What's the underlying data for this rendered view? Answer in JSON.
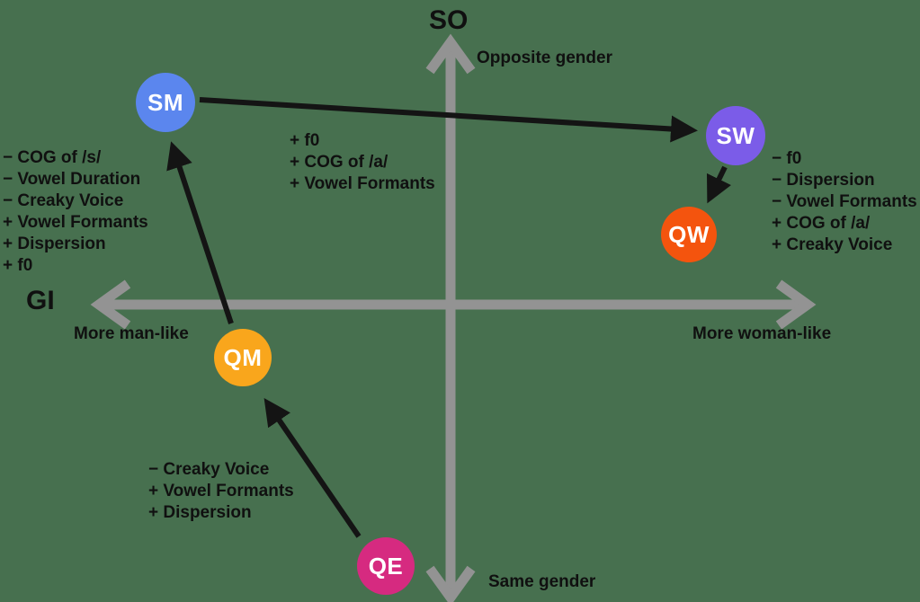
{
  "figure": {
    "description_colors": {
      "background": "#47704f",
      "axis_gray": "#939393",
      "arrow_black": "#141414",
      "text_black": "#101010",
      "node_label_text": "#ffffff"
    }
  },
  "axes": {
    "vertical": {
      "label": "SO",
      "top_caption": "Opposite gender",
      "bottom_caption": "Same gender"
    },
    "horizontal": {
      "label": "GI",
      "left_caption": "More man-like",
      "right_caption": "More woman-like"
    }
  },
  "nodes": [
    {
      "id": "SM",
      "label": "SM",
      "color": "#5b86ee"
    },
    {
      "id": "SW",
      "label": "SW",
      "color": "#7b5ce8"
    },
    {
      "id": "QW",
      "label": "QW",
      "color": "#f4540e"
    },
    {
      "id": "QM",
      "label": "QM",
      "color": "#f9a61c"
    },
    {
      "id": "QE",
      "label": "QE",
      "color": "#d62a80"
    }
  ],
  "annotations": {
    "left_of_sm": {
      "lines": [
        "− COG of /s/",
        "− Vowel Duration",
        "− Creaky Voice",
        "+ Vowel Formants",
        "+ Dispersion",
        "+ f0"
      ]
    },
    "sm_to_sw": {
      "lines": [
        "+ f0",
        "+ COG of /a/",
        "+ Vowel Formants"
      ]
    },
    "sw_to_qw": {
      "lines": [
        "− f0",
        "− Dispersion",
        "− Vowel Formants",
        "+ COG of /a/",
        "+ Creaky Voice"
      ]
    },
    "qe_to_qm": {
      "lines": [
        "− Creaky Voice",
        "+ Vowel Formants",
        "+ Dispersion"
      ]
    }
  }
}
